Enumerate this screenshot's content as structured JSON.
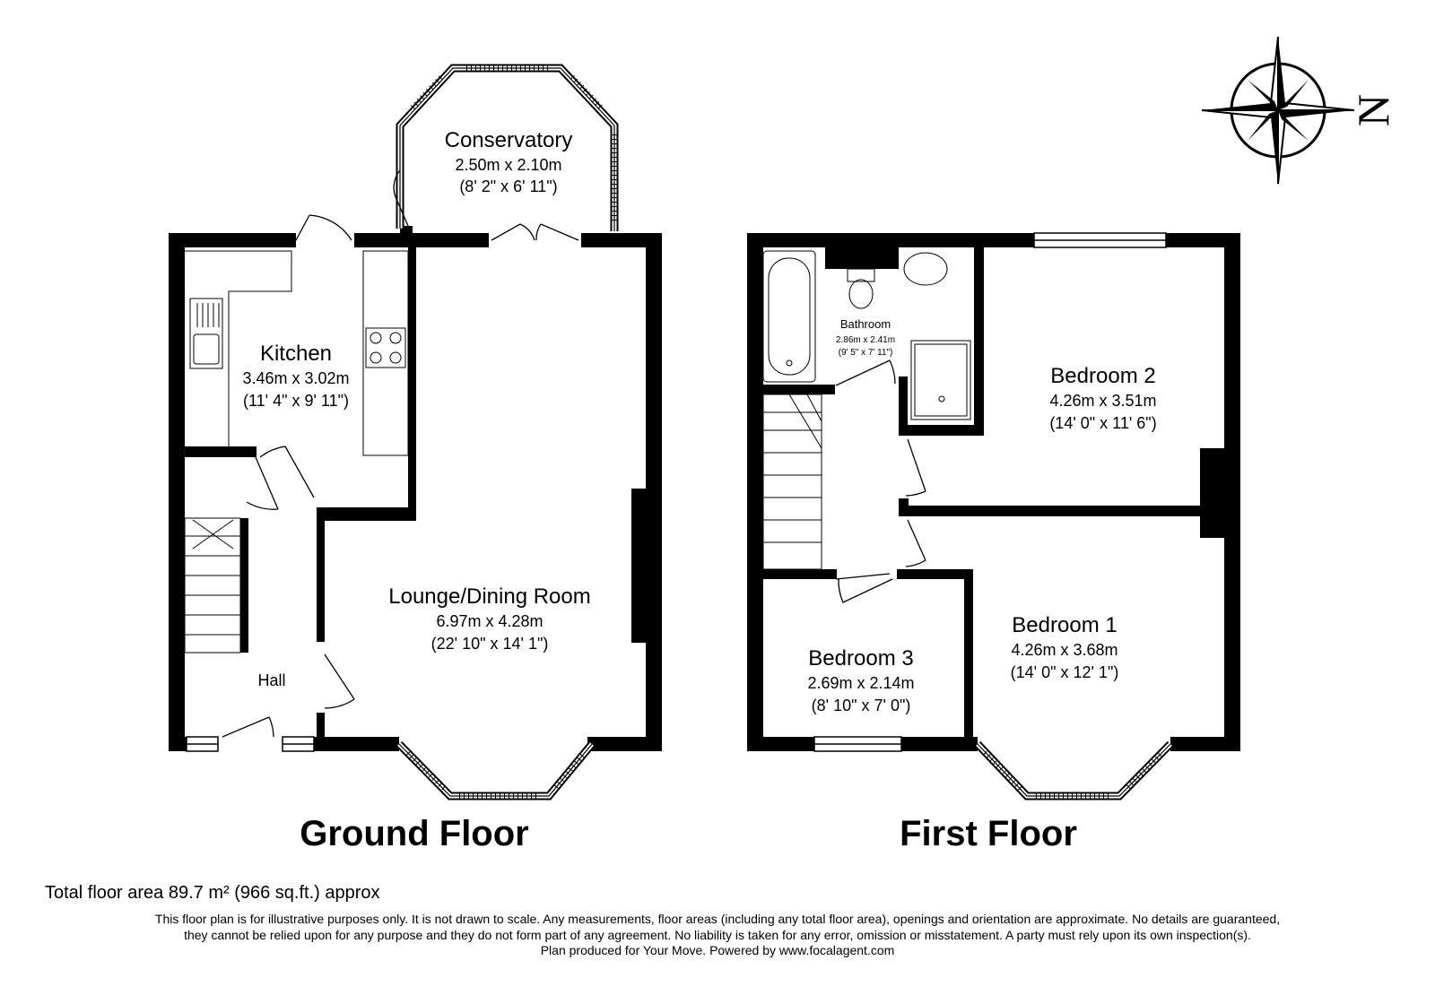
{
  "ground_floor": {
    "title": "Ground Floor",
    "rooms": {
      "conservatory": {
        "name": "Conservatory",
        "metric": "2.50m x 2.10m",
        "imperial": "(8' 2\" x 6' 11\")"
      },
      "kitchen": {
        "name": "Kitchen",
        "metric": "3.46m x 3.02m",
        "imperial": "(11' 4\" x 9' 11\")"
      },
      "lounge": {
        "name": "Lounge/Dining Room",
        "metric": "6.97m x 4.28m",
        "imperial": "(22' 10\" x 14' 1\")"
      },
      "hall": {
        "name": "Hall"
      }
    }
  },
  "first_floor": {
    "title": "First Floor",
    "rooms": {
      "bathroom": {
        "name": "Bathroom",
        "metric": "2.86m x 2.41m",
        "imperial": "(9' 5\" x 7' 11\")"
      },
      "bedroom2": {
        "name": "Bedroom 2",
        "metric": "4.26m x 3.51m",
        "imperial": "(14' 0\" x 11' 6\")"
      },
      "bedroom1": {
        "name": "Bedroom 1",
        "metric": "4.26m x 3.68m",
        "imperial": "(14' 0\" x 12' 1\")"
      },
      "bedroom3": {
        "name": "Bedroom 3",
        "metric": "2.69m x 2.14m",
        "imperial": "(8' 10\" x 7' 0\")"
      }
    }
  },
  "compass": {
    "letter": "N",
    "icon": "compass-rose-icon"
  },
  "total_area": "Total floor area 89.7 m² (966 sq.ft.) approx",
  "disclaimer": {
    "line1": "This floor plan is for illustrative purposes only. It is not drawn to scale. Any measurements, floor areas (including any total floor area), openings and orientation are approximate. No details are guaranteed,",
    "line2": "they cannot be relied upon for any purpose and they do not form part of any agreement. No liability is taken for any error, omission or misstatement. A party must rely upon its own inspection(s).",
    "line3": "Plan produced for Your Move. Powered by www.focalagent.com"
  }
}
